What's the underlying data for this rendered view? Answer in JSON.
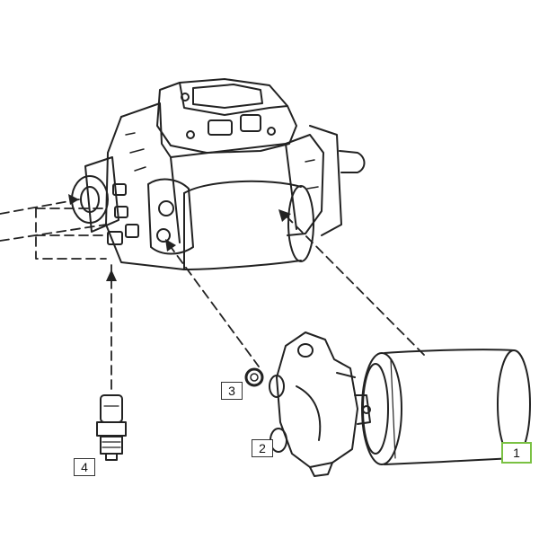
{
  "callouts": {
    "c1": "1",
    "c2": "2",
    "c3": "3",
    "c4": "4"
  },
  "colors": {
    "line": "#222222",
    "highlight": "#7ac143",
    "background": "#ffffff"
  }
}
